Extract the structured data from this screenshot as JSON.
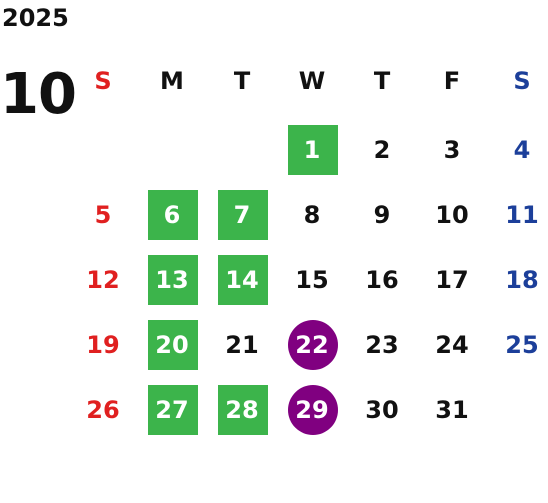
{
  "header": {
    "year": "2025",
    "month": "10"
  },
  "colors": {
    "sunday": "#e02020",
    "saturday": "#1c3f9a",
    "weekday": "#111111",
    "green_highlight": "#3cb44b",
    "purple_highlight": "#800080"
  },
  "weekdays": [
    "S",
    "M",
    "T",
    "W",
    "T",
    "F",
    "S"
  ],
  "weeks": [
    [
      {
        "d": ""
      },
      {
        "d": ""
      },
      {
        "d": ""
      },
      {
        "d": "1",
        "mark": "green"
      },
      {
        "d": "2"
      },
      {
        "d": "3"
      },
      {
        "d": "4"
      }
    ],
    [
      {
        "d": "5"
      },
      {
        "d": "6",
        "mark": "green"
      },
      {
        "d": "7",
        "mark": "green"
      },
      {
        "d": "8"
      },
      {
        "d": "9"
      },
      {
        "d": "10"
      },
      {
        "d": "11"
      }
    ],
    [
      {
        "d": "12"
      },
      {
        "d": "13",
        "mark": "green"
      },
      {
        "d": "14",
        "mark": "green"
      },
      {
        "d": "15"
      },
      {
        "d": "16"
      },
      {
        "d": "17"
      },
      {
        "d": "18"
      }
    ],
    [
      {
        "d": "19"
      },
      {
        "d": "20",
        "mark": "green"
      },
      {
        "d": "21"
      },
      {
        "d": "22",
        "mark": "purple"
      },
      {
        "d": "23"
      },
      {
        "d": "24"
      },
      {
        "d": "25"
      }
    ],
    [
      {
        "d": "26"
      },
      {
        "d": "27",
        "mark": "green"
      },
      {
        "d": "28",
        "mark": "green"
      },
      {
        "d": "29",
        "mark": "purple"
      },
      {
        "d": "30"
      },
      {
        "d": "31"
      },
      {
        "d": ""
      }
    ]
  ]
}
